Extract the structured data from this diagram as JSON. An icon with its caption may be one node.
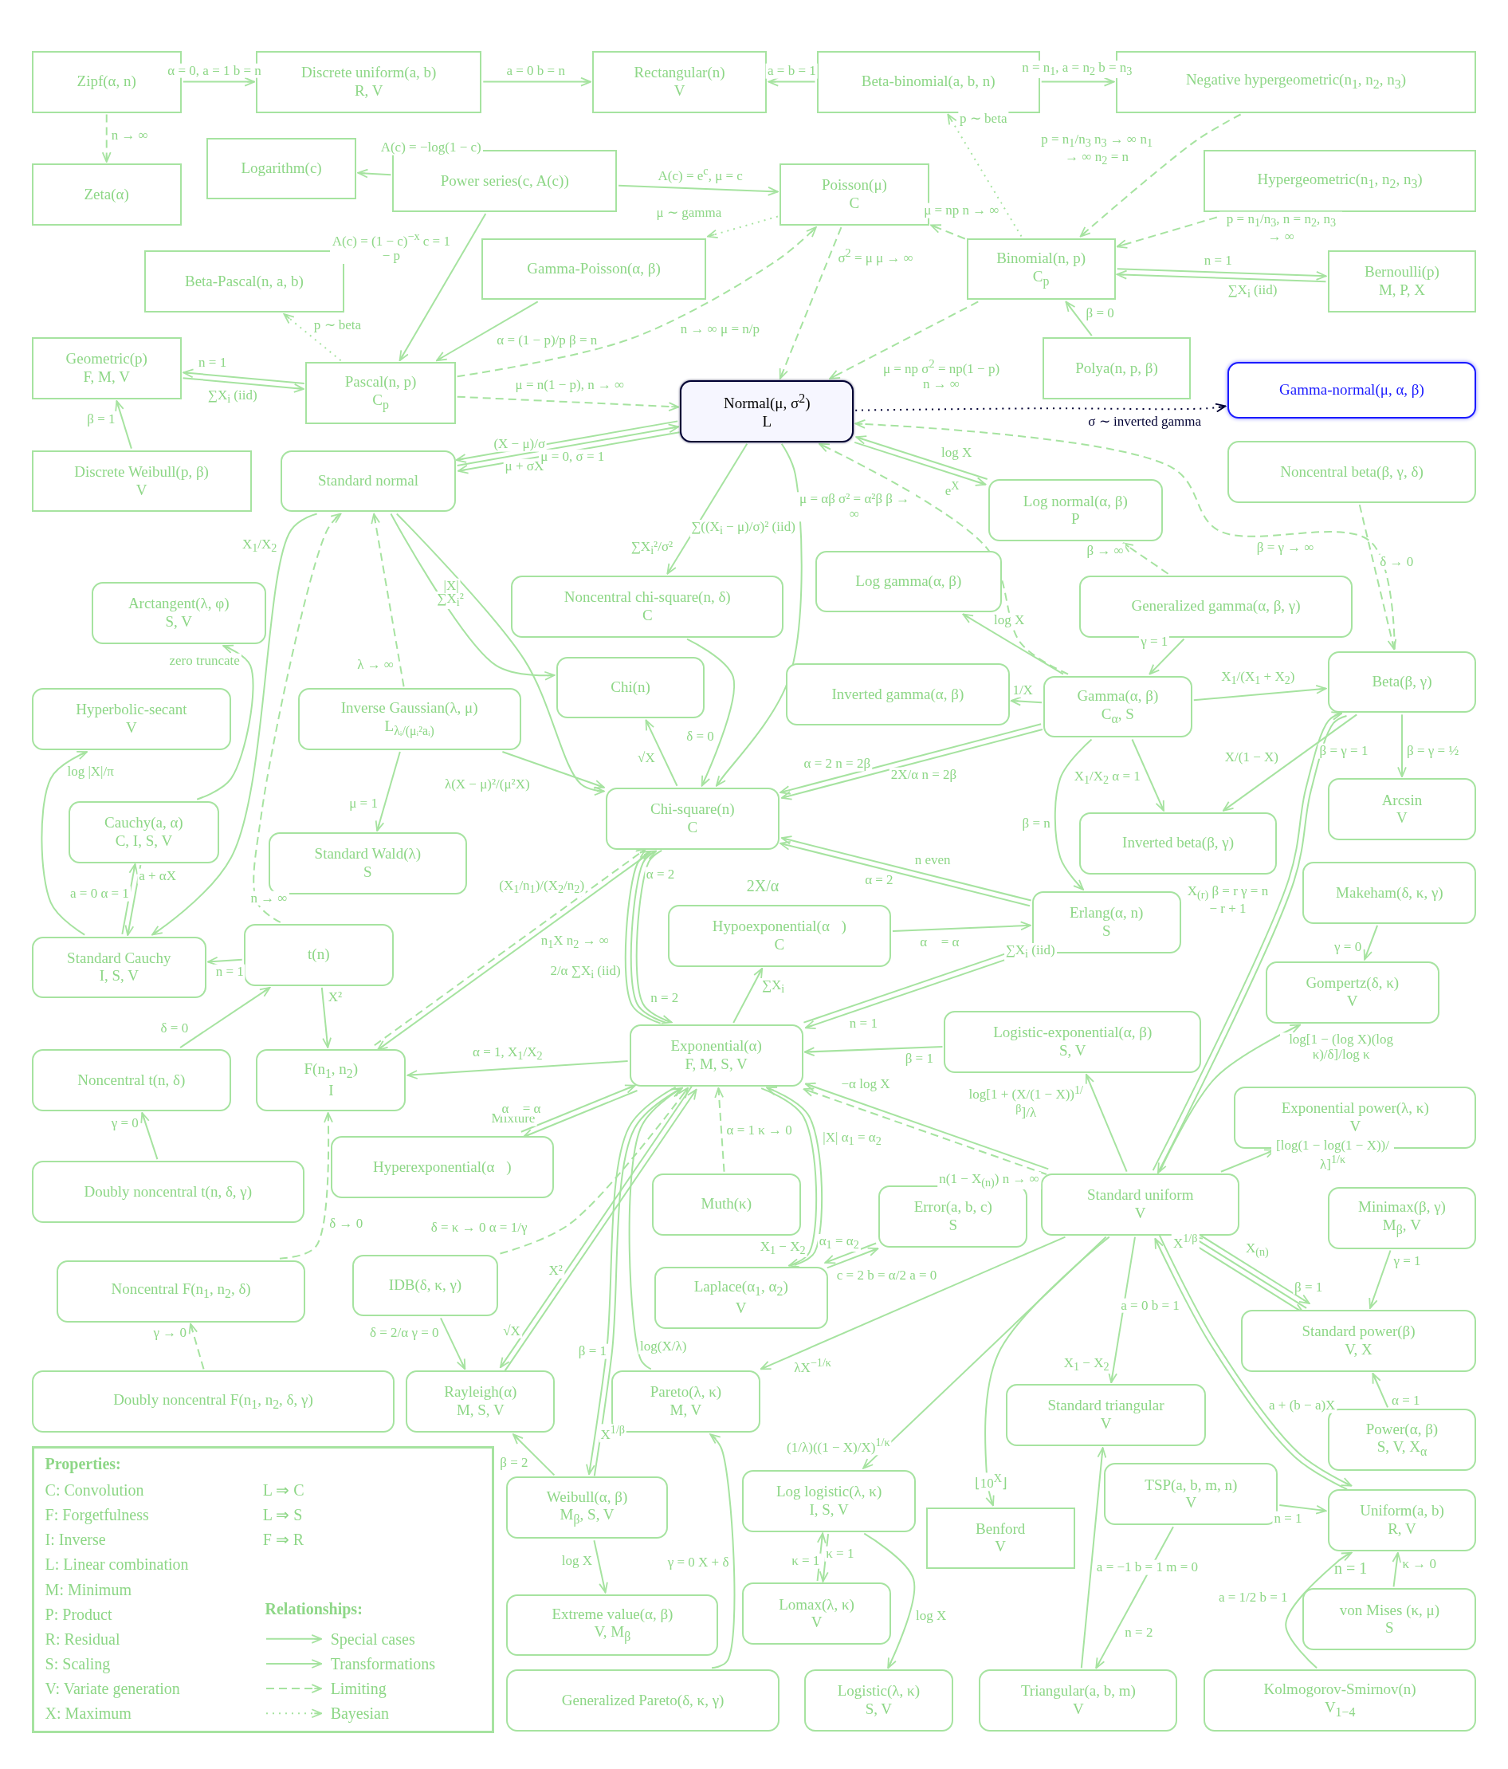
{
  "diagram": {
    "nodes": [
      {
        "text": [
          "Zipf(α, n)"
        ]
      },
      {
        "text": [
          "Discrete uniform(a, b)",
          "R, V"
        ]
      },
      {
        "text": [
          "Rectangular(n)",
          "V"
        ]
      },
      {
        "text": [
          "Beta-binomial(a, b, n)"
        ]
      },
      {
        "text": [
          "Negative hypergeometric(n$_{1}$, n$_{2}$, n$_{3}$)"
        ]
      },
      {
        "text": [
          "Zeta(α)"
        ]
      },
      {
        "text": [
          "Logarithm(c)"
        ]
      },
      {
        "text": [
          "Power series(c, A(c))"
        ]
      },
      {
        "text": [
          "Poisson(μ)",
          "C"
        ]
      },
      {
        "text": [
          "Hypergeometric(n$_{1}$, n$_{2}$, n$_{3}$)"
        ]
      },
      {
        "text": [
          "Beta-Pascal(n, a, b)"
        ]
      },
      {
        "text": [
          "Gamma-Poisson(α, β)"
        ]
      },
      {
        "text": [
          "Binomial(n, p)",
          "C$_{p}$"
        ]
      },
      {
        "text": [
          "Bernoulli(p)",
          "M, P, X"
        ]
      },
      {
        "text": [
          "Geometric(p)",
          "F, M, V"
        ]
      },
      {
        "text": [
          "Pascal(n, p)",
          "C$_{p}$"
        ]
      },
      {
        "text": [
          "Normal(μ, σ$^{2}$)",
          "L"
        ]
      },
      {
        "text": [
          "Polya(n, p, β)"
        ]
      },
      {
        "text": [
          "Gamma-normal(μ, α, β)"
        ]
      },
      {
        "text": [
          "Discrete Weibull(p, β)",
          "V"
        ]
      },
      {
        "text": [
          "Standard normal"
        ]
      },
      {
        "text": [
          "Noncentral beta(β, γ, δ)"
        ]
      },
      {
        "text": [
          "Log normal(α, β)",
          "P"
        ]
      },
      {
        "text": [
          "Noncentral chi-square(n, δ)",
          "C"
        ]
      },
      {
        "text": [
          "Log gamma(α, β)"
        ]
      },
      {
        "text": [
          "Generalized gamma(α, β, γ)"
        ]
      },
      {
        "text": [
          "Arctangent(λ, φ)",
          "S, V"
        ]
      },
      {
        "text": [
          "Chi(n)"
        ]
      },
      {
        "text": [
          "Inverted gamma(α, β)"
        ]
      },
      {
        "text": [
          "Gamma(α, β)",
          "C$_{α}$, S"
        ]
      },
      {
        "text": [
          "Beta(β, γ)"
        ]
      },
      {
        "text": [
          "Hyperbolic-secant",
          "V"
        ]
      },
      {
        "text": [
          "Inverse Gaussian(λ, μ)",
          "L$_{λᵢ/(μᵢ²aᵢ)}$"
        ]
      },
      {
        "text": [
          "Chi-square(n)",
          "C"
        ]
      },
      {
        "text": [
          "Arcsin",
          "V"
        ]
      },
      {
        "text": [
          "Cauchy(a, α)",
          "C, I, S, V"
        ]
      },
      {
        "text": [
          "Inverted beta(β, γ)"
        ]
      },
      {
        "text": [
          "Standard Wald(λ)",
          "S"
        ]
      },
      {
        "text": [
          "Makeham(δ, κ, γ)"
        ]
      },
      {
        "text": [
          "Erlang(α, n)",
          "S"
        ]
      },
      {
        "text": [
          "Standard Cauchy",
          "I, S, V"
        ]
      },
      {
        "text": [
          "t(n)"
        ]
      },
      {
        "text": [
          "Hypoexponential(α⃗)",
          "C"
        ]
      },
      {
        "text": [
          "Gompertz(δ, κ)",
          "V"
        ]
      },
      {
        "text": [
          "Noncentral t(n, δ)"
        ]
      },
      {
        "text": [
          "F(n$_{1}$, n$_{2}$)",
          "I"
        ]
      },
      {
        "text": [
          "Exponential(α)",
          "F, M, S, V"
        ]
      },
      {
        "text": [
          "Logistic-exponential(α, β)",
          "S, V"
        ]
      },
      {
        "text": [
          "Exponential power(λ, κ)",
          "V"
        ]
      },
      {
        "text": [
          "Hyperexponential(α⃗)"
        ]
      },
      {
        "text": [
          "Doubly noncentral t(n, δ, γ)"
        ]
      },
      {
        "text": [
          "Muth(κ)"
        ]
      },
      {
        "text": [
          "Standard uniform",
          "V"
        ]
      },
      {
        "text": [
          "Error(a, b, c)",
          "S"
        ]
      },
      {
        "text": [
          "Minimax(β, γ)",
          "M$_{β}$, V"
        ]
      },
      {
        "text": [
          "IDB(δ, κ, γ)"
        ]
      },
      {
        "text": [
          "Noncentral F(n$_{1}$, n$_{2}$, δ)"
        ]
      },
      {
        "text": [
          "Laplace(α$_{1}$, α$_{2}$)",
          "V"
        ]
      },
      {
        "text": [
          "Standard power(β)",
          "V, X"
        ]
      },
      {
        "text": [
          "Doubly noncentral F(n$_{1}$, n$_{2}$, δ, γ)"
        ]
      },
      {
        "text": [
          "Rayleigh(α)",
          "M, S, V"
        ]
      },
      {
        "text": [
          "Pareto(λ, κ)",
          "M, V"
        ]
      },
      {
        "text": [
          "Standard triangular",
          "V"
        ]
      },
      {
        "text": [
          "Power(α, β)",
          "S, V, X$_{α}$"
        ]
      },
      {
        "text": [
          "Weibull(α, β)",
          "M$_{β}$, S, V"
        ]
      },
      {
        "text": [
          "Log logistic(λ, κ)",
          "I, S, V"
        ]
      },
      {
        "text": [
          "TSP(a, b, m, n)",
          "V"
        ]
      },
      {
        "text": [
          "Benford",
          "V"
        ]
      },
      {
        "text": [
          "Uniform(a, b)",
          "R, V"
        ]
      },
      {
        "text": [
          "Extreme value(α, β)",
          "V, M$_{β}$"
        ]
      },
      {
        "text": [
          "Lomax(λ, κ)",
          "V"
        ]
      },
      {
        "text": [
          "von Mises (κ, μ)",
          "S"
        ]
      },
      {
        "text": [
          "Generalized Pareto(δ, κ, γ)"
        ]
      },
      {
        "text": [
          "Logistic(λ, κ)",
          "S, V"
        ]
      },
      {
        "text": [
          "Triangular(a, b, m)",
          "V"
        ]
      },
      {
        "text": [
          "Kolmogorov-Smirnov(n)",
          "V$_{1−4}$"
        ]
      }
    ],
    "edges": [
      {
        "from": 0,
        "to": 1,
        "arrow": "to",
        "label": "α = 0, a = 1 b = n"
      },
      {
        "from": 0,
        "to": 5,
        "arrow": "to",
        "label": "n → ∞",
        "style": "dashed"
      },
      {
        "from": 1,
        "to": 2,
        "arrow": "to",
        "label": "a = 0 b = n"
      },
      {
        "from": 3,
        "to": 2,
        "arrow": "to",
        "label": "a = b = 1"
      },
      {
        "from": 3,
        "to": 4,
        "arrow": "to",
        "label": "n = n$_{1}$, a = n$_{2}$ b = n$_{3}$"
      },
      {
        "from": 4,
        "to": 12,
        "arrow": "to",
        "label": "p = n$_{1}$/n$_{3}$ n$_{3}$ → ∞ n$_{1}$ → ∞ n$_{2}$ = n",
        "style": "dashed"
      },
      {
        "from": 9,
        "to": 12,
        "arrow": "to",
        "label": "p = n$_{1}$/n$_{3}$, n = n$_{2}$, n$_{3}$ → ∞",
        "style": "dashed"
      },
      {
        "from": 12,
        "to": 3,
        "arrow": "to",
        "label": "p ∼ beta",
        "style": "dashed"
      },
      {
        "from": 7,
        "to": 6,
        "arrow": "to",
        "label": "A(c) = −log(1 − c)"
      },
      {
        "from": 7,
        "to": 8,
        "arrow": "to",
        "label": "A(c) = e$^{c}$, μ = c"
      },
      {
        "from": 7,
        "to": 15,
        "arrow": "to",
        "label": "A(c) = (1 − c)$^{−x}$ c = 1 − p"
      },
      {
        "from": 8,
        "to": 11,
        "arrow": "to",
        "label": "μ ∼ gamma",
        "style": "dashed"
      },
      {
        "from": 12,
        "to": 8,
        "arrow": "to",
        "label": "μ = np n → ∞",
        "style": "dashed"
      },
      {
        "from": 12,
        "to": 13,
        "arrow": "to",
        "label": "n = 1"
      },
      {
        "from": 13,
        "to": 12,
        "arrow": "to",
        "label": "∑X$_{i}$ (iid)"
      },
      {
        "from": 17,
        "to": 12,
        "arrow": "to",
        "label": "β = 0"
      },
      {
        "from": 12,
        "to": 16,
        "arrow": "to",
        "label": "μ = np σ$^{2}$ = np(1 − p) n → ∞",
        "style": "dashed"
      },
      {
        "from": 8,
        "to": 16,
        "arrow": "to",
        "label": "σ$^{2}$ = μ μ → ∞",
        "style": "dashed"
      },
      {
        "from": 15,
        "to": 8,
        "arrow": "to",
        "label": "n → ∞ μ = n/p",
        "style": "dashed"
      },
      {
        "from": 15,
        "to": 16,
        "arrow": "to",
        "label": "μ = n(1 − p), n → ∞",
        "style": "dashed"
      },
      {
        "from": 11,
        "to": 15,
        "arrow": "to",
        "label": "α = (1 − p)/p β = n"
      },
      {
        "from": 15,
        "to": 10,
        "arrow": "to",
        "label": "p ∼ beta",
        "style": "dashed"
      },
      {
        "from": 15,
        "to": 14,
        "arrow": "to",
        "label": "n = 1"
      },
      {
        "from": 14,
        "to": 15,
        "arrow": "to",
        "label": "∑X$_{i}$ (iid)"
      },
      {
        "from": 19,
        "to": 14,
        "arrow": "to",
        "label": "β = 1"
      },
      {
        "from": 16,
        "to": 18,
        "arrow": "to",
        "label": "σ ∼ inverted gamma",
        "style": "dashed",
        "color": "#000033"
      },
      {
        "from": 16,
        "to": 20,
        "arrow": "to",
        "label": "(X − μ)/σ"
      },
      {
        "from": 20,
        "to": 16,
        "arrow": "to",
        "label": "μ + σX"
      },
      {
        "from": 16,
        "to": 20,
        "arrow": "to",
        "label": "μ = 0, σ = 1"
      },
      {
        "from": 16,
        "to": 23,
        "arrow": "to",
        "label": "∑X$_{i}$²/σ²"
      },
      {
        "from": 16,
        "to": 33,
        "arrow": "to",
        "label": "∑((X$_{i}$ − μ)/σ)² (iid)"
      },
      {
        "from": 29,
        "to": 16,
        "arrow": "to",
        "label": "μ = αβ σ² = α²β β → ∞",
        "style": "dashed"
      },
      {
        "from": 22,
        "to": 16,
        "arrow": "to",
        "label": "log X"
      },
      {
        "from": 16,
        "to": 22,
        "arrow": "to",
        "label": "e$^{X}$"
      },
      {
        "from": 30,
        "to": 16,
        "arrow": "to",
        "label": "β = γ → ∞",
        "style": "dashed"
      },
      {
        "from": 21,
        "to": 30,
        "arrow": "to",
        "label": "δ → 0",
        "style": "dashed"
      },
      {
        "from": 25,
        "to": 22,
        "arrow": "to",
        "label": "β → ∞",
        "style": "dashed"
      },
      {
        "from": 29,
        "to": 24,
        "arrow": "to",
        "label": "log X"
      },
      {
        "from": 25,
        "to": 29,
        "arrow": "to",
        "label": "γ = 1"
      },
      {
        "from": 29,
        "to": 28,
        "arrow": "to",
        "label": "1/X"
      },
      {
        "from": 29,
        "to": 30,
        "arrow": "to",
        "label": "X$_{1}$/(X$_{1}$ + X$_{2}$)"
      },
      {
        "from": 30,
        "to": 34,
        "arrow": "to",
        "label": "β = γ = ½"
      },
      {
        "from": 30,
        "to": 52,
        "arrow": "to",
        "label": "β = γ = 1"
      },
      {
        "from": 52,
        "to": 30,
        "arrow": "to",
        "label": "X$_{(r)}$ β = r γ = n − r + 1"
      },
      {
        "from": 30,
        "to": 36,
        "arrow": "to",
        "label": "X/(1 − X)"
      },
      {
        "from": 29,
        "to": 36,
        "arrow": "to",
        "label": "X$_{1}$/X$_{2}$ α = 1"
      },
      {
        "from": 29,
        "to": 33,
        "arrow": "to",
        "label": "α = 2 n = 2β"
      },
      {
        "from": 29,
        "to": 33,
        "arrow": "to",
        "label": "2X/α n = 2β"
      },
      {
        "from": 29,
        "to": 39,
        "arrow": "to",
        "label": "β = n"
      },
      {
        "from": 39,
        "to": 33,
        "arrow": "to",
        "label": "n even"
      },
      {
        "from": 39,
        "to": 33,
        "arrow": "to",
        "label": "α = 2"
      },
      {
        "from": 42,
        "to": 39,
        "arrow": "to",
        "label": "α⃗ = α"
      },
      {
        "from": 39,
        "to": 46,
        "arrow": "to",
        "label": "n = 1"
      },
      {
        "from": 46,
        "to": 39,
        "arrow": "to",
        "label": "∑X$_{i}$ (iid)"
      },
      {
        "from": 46,
        "to": 42,
        "arrow": "to",
        "label": "∑X$_{i}$"
      },
      {
        "from": 33,
        "to": 46,
        "arrow": "to",
        "label": "n = 2"
      },
      {
        "from": 46,
        "to": 33,
        "arrow": "to",
        "label": "α = 2"
      },
      {
        "from": 46,
        "to": 33,
        "arrow": "to",
        "label": "2/α ∑X$_{i}$ (iid)"
      },
      {
        "from": 20,
        "to": 33,
        "arrow": "to",
        "label": "∑X$_{i}$²"
      },
      {
        "from": 20,
        "to": 27,
        "arrow": "to",
        "label": "|X|"
      },
      {
        "from": 33,
        "to": 27,
        "arrow": "to",
        "label": "√X"
      },
      {
        "from": 23,
        "to": 33,
        "arrow": "to",
        "label": "δ = 0"
      },
      {
        "from": 32,
        "to": 33,
        "arrow": "to",
        "label": "λ(X − μ)²/(μ²X)"
      },
      {
        "from": 32,
        "to": 37,
        "arrow": "to",
        "label": "μ = 1"
      },
      {
        "from": 32,
        "to": 20,
        "arrow": "to",
        "label": "λ → ∞",
        "style": "dashed"
      },
      {
        "from": 41,
        "to": 20,
        "arrow": "to",
        "label": "n → ∞",
        "style": "dashed"
      },
      {
        "from": 20,
        "to": 40,
        "arrow": "to",
        "label": "X$_{1}$/X$_{2}$"
      },
      {
        "from": 35,
        "to": 26,
        "arrow": "to",
        "label": "zero truncate"
      },
      {
        "from": 40,
        "to": 31,
        "arrow": "to",
        "label": "log |X|/π"
      },
      {
        "from": 35,
        "to": 40,
        "arrow": "to",
        "label": "a = 0 α = 1"
      },
      {
        "from": 40,
        "to": 35,
        "arrow": "to",
        "label": "a + αX"
      },
      {
        "from": 41,
        "to": 40,
        "arrow": "to",
        "label": "n = 1"
      },
      {
        "from": 41,
        "to": 45,
        "arrow": "to",
        "label": "X²"
      },
      {
        "from": 33,
        "to": 45,
        "arrow": "to",
        "label": "(X$_{1}$/n$_{1}$)/(X$_{2}$/n$_{2}$)"
      },
      {
        "from": 45,
        "to": 33,
        "arrow": "to",
        "label": "n$_{1}$X n$_{2}$ → ∞",
        "style": "dashed"
      },
      {
        "from": 44,
        "to": 41,
        "arrow": "to",
        "label": "δ = 0"
      },
      {
        "from": 50,
        "to": 44,
        "arrow": "to",
        "label": "γ = 0"
      },
      {
        "from": 46,
        "to": 45,
        "arrow": "to",
        "label": "α = 1, X$_{1}$/X$_{2}$"
      },
      {
        "from": 46,
        "to": 49,
        "arrow": "to",
        "label": "Mixture"
      },
      {
        "from": 49,
        "to": 46,
        "arrow": "to",
        "label": "α⃗ = α"
      },
      {
        "from": 56,
        "to": 45,
        "arrow": "to",
        "label": "δ → 0",
        "style": "dashed"
      },
      {
        "from": 59,
        "to": 56,
        "arrow": "to",
        "label": "γ → 0",
        "style": "dashed"
      },
      {
        "from": 60,
        "to": 46,
        "arrow": "to",
        "label": "X²"
      },
      {
        "from": 46,
        "to": 60,
        "arrow": "to",
        "label": "√X"
      },
      {
        "from": 55,
        "to": 46,
        "arrow": "to",
        "label": "δ = κ → 0 α = 1/γ",
        "style": "dashed"
      },
      {
        "from": 55,
        "to": 60,
        "arrow": "to",
        "label": "δ = 2/α γ = 0"
      },
      {
        "from": 64,
        "to": 60,
        "arrow": "to",
        "label": "β = 2"
      },
      {
        "from": 64,
        "to": 46,
        "arrow": "to",
        "label": "β = 1"
      },
      {
        "from": 46,
        "to": 64,
        "arrow": "to",
        "label": "X$^{1/β}$"
      },
      {
        "from": 64,
        "to": 69,
        "arrow": "to",
        "label": "log X"
      },
      {
        "from": 51,
        "to": 46,
        "arrow": "to",
        "label": "α = 1 κ → 0",
        "style": "dashed"
      },
      {
        "from": 57,
        "to": 46,
        "arrow": "to",
        "label": "|X| α$_{1}$ = α$_{2}$"
      },
      {
        "from": 46,
        "to": 57,
        "arrow": "to",
        "label": "X$_{1}$ − X$_{2}$"
      },
      {
        "from": 57,
        "to": 53,
        "arrow": "to",
        "label": "α$_{1}$ = α$_{2}$"
      },
      {
        "from": 53,
        "to": 57,
        "arrow": "to",
        "label": "c = 2 b = α/2 a = 0"
      },
      {
        "from": 52,
        "to": 46,
        "arrow": "to",
        "label": "−α log X"
      },
      {
        "from": 52,
        "to": 46,
        "arrow": "to",
        "label": "n(1 − X$_{(n)}$) n → ∞",
        "style": "dashed"
      },
      {
        "from": 47,
        "to": 46,
        "arrow": "to",
        "label": "β = 1"
      },
      {
        "from": 61,
        "to": 46,
        "arrow": "to",
        "label": "log(X/λ)"
      },
      {
        "from": 52,
        "to": 61,
        "arrow": "to",
        "label": "λX$^{−1/κ}$"
      },
      {
        "from": 72,
        "to": 61,
        "arrow": "to",
        "label": "γ = 0 X + δ"
      },
      {
        "from": 52,
        "to": 65,
        "arrow": "to",
        "label": "(1/λ)((1 − X)/X)$^{1/κ}$"
      },
      {
        "from": 65,
        "to": 70,
        "arrow": "to",
        "label": "κ = 1"
      },
      {
        "from": 70,
        "to": 65,
        "arrow": "to",
        "label": "κ = 1"
      },
      {
        "from": 65,
        "to": 73,
        "arrow": "to",
        "label": "log X"
      },
      {
        "from": 52,
        "to": 67,
        "arrow": "to",
        "label": "⌊10$^{X}$⌋"
      },
      {
        "from": 52,
        "to": 62,
        "arrow": "to",
        "label": "X$_{1}$ − X$_{2}$"
      },
      {
        "from": 74,
        "to": 62,
        "arrow": "to",
        "label": "a = −1 b = 1 m = 0"
      },
      {
        "from": 66,
        "to": 74,
        "arrow": "to",
        "label": "n = 2"
      },
      {
        "from": 52,
        "to": 68,
        "arrow": "to",
        "label": "a + (b − a)X"
      },
      {
        "from": 68,
        "to": 52,
        "arrow": "to",
        "label": "a = 0 b = 1"
      },
      {
        "from": 75,
        "to": 68,
        "arrow": "to",
        "label": "a = 1/2 b = 1"
      },
      {
        "from": 71,
        "to": 68,
        "arrow": "to",
        "label": "κ → 0"
      },
      {
        "from": 66,
        "to": 68,
        "arrow": "to",
        "label": "n = 1"
      },
      {
        "from": 63,
        "to": 58,
        "arrow": "to",
        "label": "α = 1"
      },
      {
        "from": 52,
        "to": 58,
        "arrow": "to",
        "label": "X$_{(n)}$"
      },
      {
        "from": 58,
        "to": 52,
        "arrow": "to",
        "label": "β = 1"
      },
      {
        "from": 52,
        "to": 58,
        "arrow": "to",
        "label": "X$^{1/β}$"
      },
      {
        "from": 54,
        "to": 58,
        "arrow": "to",
        "label": "γ = 1"
      },
      {
        "from": 52,
        "to": 48,
        "arrow": "to",
        "label": "[log(1 − log(1 − X))/λ]$^{1/κ}$"
      },
      {
        "from": 52,
        "to": 43,
        "arrow": "to",
        "label": "log[1 − (log X)(log κ)/δ]/log κ"
      },
      {
        "from": 38,
        "to": 43,
        "arrow": "to",
        "label": "γ = 0"
      },
      {
        "from": 52,
        "to": 47,
        "arrow": "to",
        "label": "log[1 + (X/(1 − X))$^{1/β}$]/λ"
      }
    ],
    "labels": [
      "Properties:",
      "C: Convolution",
      "F: Forgetfulness",
      "I: Inverse",
      "L: Linear combination",
      "M: Minimum",
      "P: Product",
      "R: Residual",
      "S: Scaling",
      "V: Variate generation",
      "X: Maximum",
      "L ⇒ C",
      "L ⇒ S",
      "F ⇒ R",
      "Relationships:",
      "2X/α",
      "n = 1"
    ],
    "legend": [
      {
        "text": "Special cases"
      },
      {
        "text": "Transformations"
      },
      {
        "text": "Limiting"
      },
      {
        "text": "Bayesian"
      }
    ]
  }
}
